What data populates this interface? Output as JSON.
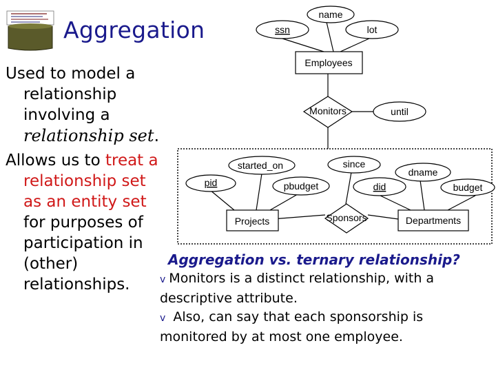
{
  "slide": {
    "title": "Aggregation",
    "left_text": {
      "p1_line1": "Used to model a",
      "p1_line2": "relationship",
      "p1_line3": "involving a",
      "p1_line4_italic": "relationship set",
      "p1_line4_end": ".",
      "p2_line1_pre": "Allows us to ",
      "p2_line1_red": "treat a",
      "p2_line2": "relationship set",
      "p2_line3": "as an entity set",
      "p2_line4": "for purposes of",
      "p2_line5": "participation in",
      "p2_line6": "(other)",
      "p2_line7": "relationships."
    },
    "bottom_text": {
      "heading": "Aggregation vs. ternary relationship?",
      "bullet_glyph": "v",
      "bullet1_line1": "Monitors is a distinct relationship, with a",
      "bullet1_line2": "descriptive attribute.",
      "bullet2_line1": "Also, can say that each sponsorship is",
      "bullet2_line2": "monitored by at most one employee."
    }
  },
  "diagram": {
    "attributes": {
      "name": "name",
      "ssn": "ssn",
      "lot": "lot",
      "until": "until",
      "started_on": "started_on",
      "since": "since",
      "pid": "pid",
      "pbudget": "pbudget",
      "dname": "dname",
      "did": "did",
      "budget": "budget"
    },
    "entities": {
      "employees": "Employees",
      "projects": "Projects",
      "departments": "Departments"
    },
    "relationships": {
      "monitors": "Monitors",
      "sponsors": "Sponsors"
    }
  },
  "colors": {
    "title": "#1a1a8c",
    "highlight": "#d01818",
    "logo_body": "#5a5a2a"
  }
}
